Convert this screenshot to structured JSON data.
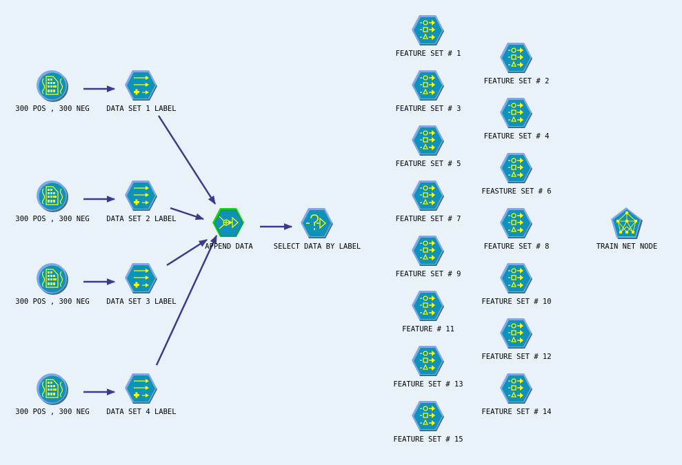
{
  "colors": {
    "background": "#e8f2f8",
    "node_fill": "#0f92b8",
    "node_highlight": "#7ea8e8",
    "node_shadow": "#3f6e8c",
    "node_glyph": "#ffff00",
    "selected_border": "#1bd31b",
    "arrow": "#3d3a8c"
  },
  "nodes": {
    "sources": [
      {
        "id": "src1",
        "label": "300 POS , 300 NEG",
        "icon": "database-file-icon"
      },
      {
        "id": "src2",
        "label": "300 POS , 300 NEG",
        "icon": "database-file-icon"
      },
      {
        "id": "src3",
        "label": "300 POS , 300 NEG",
        "icon": "database-file-icon"
      },
      {
        "id": "src4",
        "label": "300 POS , 300 NEG",
        "icon": "database-file-icon"
      }
    ],
    "labelers": [
      {
        "id": "ds1",
        "label": "DATA SET 1 LABEL",
        "icon": "derive-label-icon"
      },
      {
        "id": "ds2",
        "label": "DATA SET 2 LABEL",
        "icon": "derive-label-icon"
      },
      {
        "id": "ds3",
        "label": "DATA SET 3 LABEL",
        "icon": "derive-label-icon"
      },
      {
        "id": "ds4",
        "label": "DATA SET 4 LABEL",
        "icon": "derive-label-icon"
      }
    ],
    "append": {
      "id": "append",
      "label": "APPEND DATA",
      "icon": "append-icon",
      "selected": true
    },
    "select": {
      "id": "select",
      "label": "SELECT DATA BY LABEL",
      "icon": "select-icon"
    },
    "features_col1": [
      {
        "label": "FEATURE SET # 1"
      },
      {
        "label": "FEATURE SET # 3"
      },
      {
        "label": "FEATURE SET # 5"
      },
      {
        "label": "FEATURE SET # 7"
      },
      {
        "label": "FEATURE SET # 9"
      },
      {
        "label": "FEATURE # 11"
      },
      {
        "label": "FEATURE SET # 13"
      },
      {
        "label": "FEATURE SET # 15"
      }
    ],
    "features_col2": [
      {
        "label": "FEATURE SET # 2"
      },
      {
        "label": "FEATURE SET # 4"
      },
      {
        "label": "FEASTURE SET # 6"
      },
      {
        "label": "FEATURE SET # 8"
      },
      {
        "label": "FEATURE SET # 10"
      },
      {
        "label": "FEATURE SET # 12"
      },
      {
        "label": "FEATURE SET # 14"
      }
    ],
    "train": {
      "id": "train",
      "label": "TRAIN NET NODE",
      "icon": "neural-net-icon"
    }
  },
  "connections": [
    {
      "from": "src1",
      "to": "ds1"
    },
    {
      "from": "src2",
      "to": "ds2"
    },
    {
      "from": "src3",
      "to": "ds3"
    },
    {
      "from": "src4",
      "to": "ds4"
    },
    {
      "from": "ds1",
      "to": "append"
    },
    {
      "from": "ds2",
      "to": "append"
    },
    {
      "from": "ds3",
      "to": "append"
    },
    {
      "from": "ds4",
      "to": "append"
    },
    {
      "from": "append",
      "to": "select"
    }
  ]
}
